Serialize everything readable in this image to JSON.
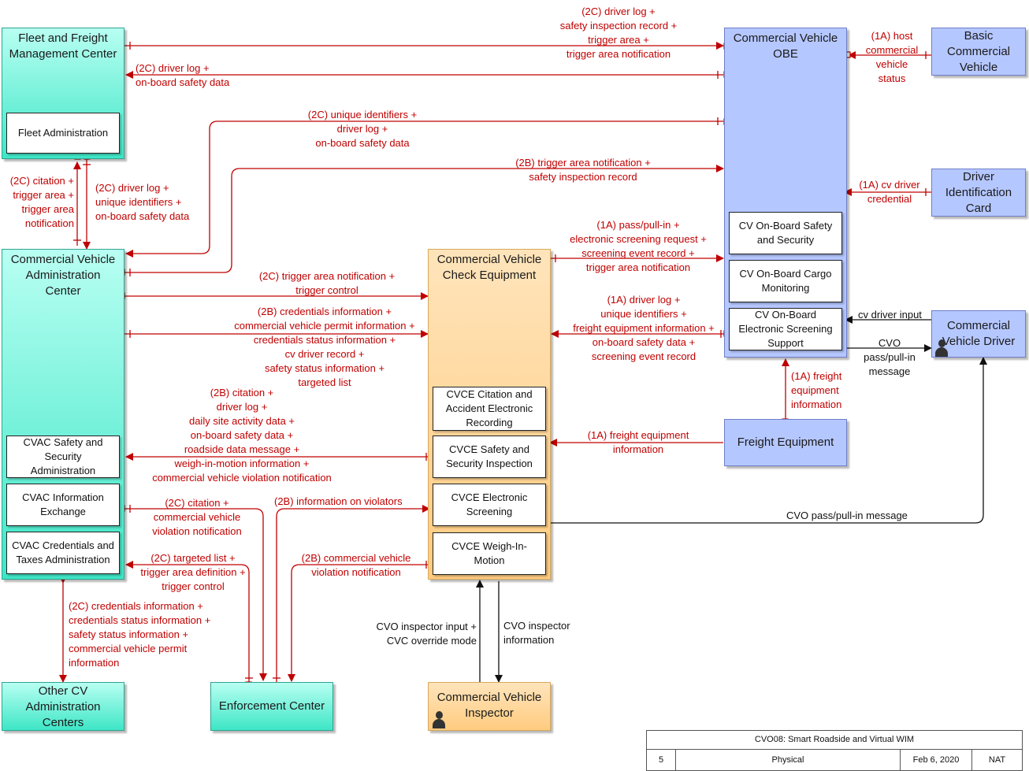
{
  "elements": {
    "fleet_mgmt": "Fleet and Freight\nManagement Center",
    "fleet_admin": "Fleet Administration",
    "cvac": "Commercial Vehicle\nAdministration\nCenter",
    "cvac_safety": "CVAC Safety and\nSecurity\nAdministration",
    "cvac_info": "CVAC Information\nExchange",
    "cvac_cred": "CVAC Credentials and\nTaxes Administration",
    "other_cvac": "Other CV\nAdministration\nCenters",
    "enforcement": "Enforcement Center",
    "cvce": "Commercial Vehicle\nCheck Equipment",
    "cvce_citation": "CVCE Citation and\nAccident Electronic\nRecording",
    "cvce_safety": "CVCE Safety and\nSecurity Inspection",
    "cvce_screening": "CVCE Electronic\nScreening",
    "cvce_wim": "CVCE Weigh-In-\nMotion",
    "inspector": "Commercial Vehicle\nInspector",
    "obe": "Commercial Vehicle\nOBE",
    "obe_safety": "CV On-Board Safety\nand Security",
    "obe_cargo": "CV On-Board Cargo\nMonitoring",
    "obe_screening": "CV On-Board\nElectronic Screening\nSupport",
    "basic_cv": "Basic\nCommercial\nVehicle",
    "driver_card": "Driver\nIdentification\nCard",
    "cv_driver": "Commercial\nVehicle Driver",
    "freight_eq": "Freight Equipment"
  },
  "flows": {
    "f1": "(2C) driver log +\nsafety inspection record +\ntrigger area +\ntrigger area notification",
    "f2": "(2C) driver log +\non-board safety data",
    "f3": "(2C) unique identifiers +\ndriver log +\non-board safety data",
    "f4": "(2B) trigger area notification +\nsafety inspection record",
    "f5": "(1A) host\ncommercial\nvehicle\nstatus",
    "f6": "(1A) cv driver\ncredential",
    "f7": "(2C) citation +\ntrigger area +\ntrigger area\nnotification",
    "f8": "(2C) driver log +\nunique identifiers +\non-board safety data",
    "f9": "(1A) pass/pull-in +\nelectronic screening request +\nscreening event record +\ntrigger area notification",
    "f10": "(2C) trigger area notification +\ntrigger control",
    "f11": "(2B) credentials information +\ncommercial vehicle permit information +\ncredentials status information +\ncv driver record +\nsafety status information +\ntargeted list",
    "f12": "(1A) driver log +\nunique identifiers +\nfreight equipment information +\non-board safety data +\nscreening event record",
    "f13": "cv driver input",
    "f14": "CVO\npass/pull-in\nmessage",
    "f15": "(1A) freight\nequipment\ninformation",
    "f16": "(2B) citation +\ndriver log +\ndaily site activity data +\non-board safety data +\nroadside data message +\nweigh-in-motion information +\ncommercial vehicle violation notification",
    "f17": "(1A) freight equipment\ninformation",
    "f18": "(2C) citation +\ncommercial vehicle\nviolation notification",
    "f19": "(2B) information on violators",
    "f20": "CVO pass/pull-in message",
    "f21": "(2C) targeted list +\ntrigger area definition +\ntrigger control",
    "f22": "(2B) commercial vehicle\nviolation notification",
    "f23": "(2C) credentials information +\ncredentials status information +\nsafety status information +\ncommercial vehicle permit\ninformation",
    "f24": "CVO inspector input +\nCVC override mode",
    "f25": "CVO inspector\ninformation"
  },
  "title_block": {
    "title": "CVO08: Smart Roadside and Virtual WIM",
    "page": "5",
    "view": "Physical",
    "date": "Feb 6, 2020",
    "code": "NAT"
  },
  "colors": {
    "flow_red": "#c00000",
    "flow_black": "#111111",
    "center_teal": "#3ee6c6",
    "vehicle_blue": "#b5c7ff",
    "field_orange": "#ffcc80"
  },
  "icons": [
    "person-icon"
  ]
}
